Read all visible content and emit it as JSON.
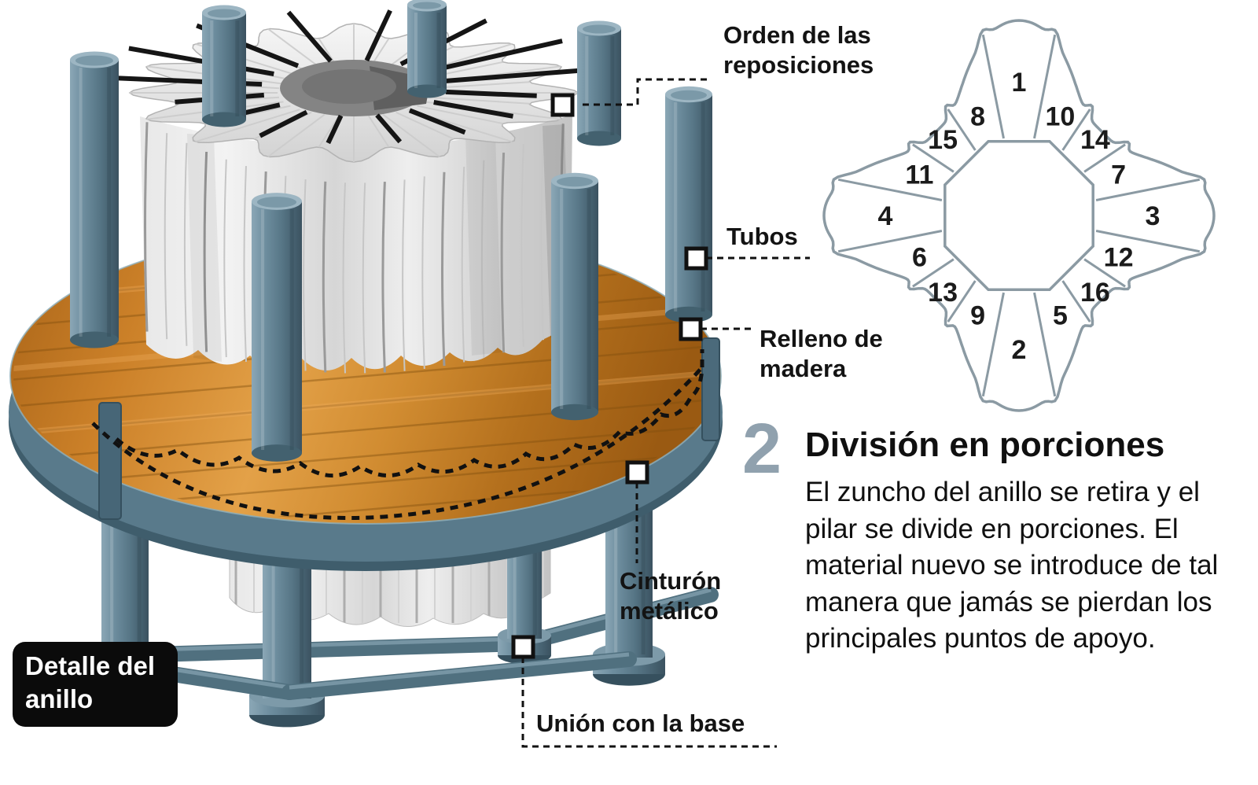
{
  "labels": {
    "orden": "Orden de las reposiciones",
    "tubos": "Tubos",
    "relleno": "Relleno de madera",
    "cinturon": "Cinturón metálico",
    "union": "Unión con la base",
    "detalle_badge": "Detalle del anillo"
  },
  "portions_diagram": {
    "numbers_clockwise_from_top": [
      "1",
      "10",
      "14",
      "7",
      "3",
      "12",
      "16",
      "5",
      "2",
      "9",
      "13",
      "6",
      "4",
      "11",
      "15",
      "8"
    ]
  },
  "section": {
    "number": "2",
    "title": "División en porciones",
    "body": "El zuncho del anillo se retira y el pilar se divide en porciones. El material nuevo se introduce de tal manera que jamás se pierdan los principales puntos de apoyo."
  },
  "colors": {
    "steel_blue": "#5d7b8e",
    "wood_orange": "#c67f27",
    "accent_number": "#90a1ae",
    "diagram_outline": "#8b9aa3",
    "text": "#111111"
  }
}
